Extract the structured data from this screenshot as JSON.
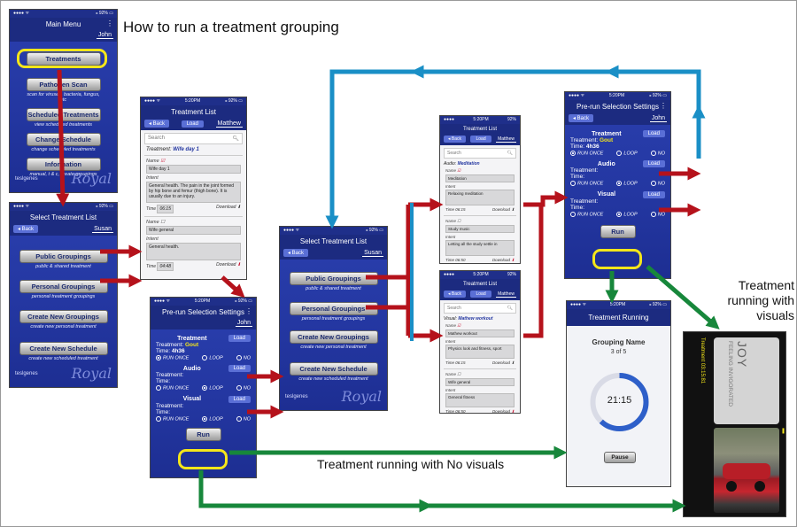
{
  "title": "How to run a treatment grouping",
  "captions": {
    "no_visuals": "Treatment running with No visuals",
    "with_visuals": "Treatment\nrunning with\nvisuals"
  },
  "colors": {
    "blue_arrow": "#1a8fc6",
    "red_arrow": "#b5121b",
    "green_arrow": "#17873b",
    "highlight": "#f4e61a"
  },
  "main_menu": {
    "status_left": "●●●● ᯤ",
    "status_right": "⁎ 92% ▭",
    "title": "Main Menu",
    "user": "John",
    "buttons": [
      {
        "label": "Treatments",
        "sub": ""
      },
      {
        "label": "Pathogen Scan",
        "sub": "scan for viruses, bacteria, fungus, etc"
      },
      {
        "label": "Scheduled Treatments",
        "sub": "view scheduled treatments"
      },
      {
        "label": "Change Schedule",
        "sub": "change scheduled treatments"
      },
      {
        "label": "Information",
        "sub": "manual, t & c, create groupings"
      }
    ],
    "logo_left": "teslgenes",
    "logo_right": "Royal"
  },
  "select_list_1": {
    "title": "Select Treatment List",
    "back": "◂ Back",
    "user": "Susan",
    "buttons": [
      {
        "label": "Public Groupings",
        "sub": "public & shared treatment"
      },
      {
        "label": "Personal Groupings",
        "sub": "personal treatment groupings"
      },
      {
        "label": "Create New Groupings",
        "sub": "create new personal treatment"
      },
      {
        "label": "Create New Schedule",
        "sub": "create new scheduled treatment"
      }
    ],
    "logo_left": "teslgenes",
    "logo_right": "Royal"
  },
  "treatment_list_1": {
    "status_time": "5:20PM",
    "title": "Treatment List",
    "back": "◂ Back",
    "load": "Load",
    "user": "Matthew",
    "search": "Search",
    "treatment_label": "Treatment:",
    "treatment_value": "Wife day 1",
    "items": [
      {
        "name_label": "Name",
        "name": "Wife day 1",
        "intent_label": "Intent",
        "intent": "General health. The pain in the joint formed by hip bone and femur (thigh bone). It is usually due to an injury.",
        "time_label": "Time",
        "time": "06:15",
        "download": "Download"
      },
      {
        "name_label": "Name",
        "name": "Wife general",
        "intent_label": "Intent",
        "intent": "General health.",
        "time_label": "Time",
        "time": "04:48",
        "download": "Download"
      }
    ]
  },
  "prerun_1": {
    "title": "Pre-run Selection Settings",
    "back": "◂ Back",
    "user": "John",
    "treatment_section": "Treatment",
    "load": "Load",
    "treatment_label": "Treatment:",
    "treatment_value": "Gout",
    "time_label": "Time:",
    "time_value": "4h36",
    "radios": [
      "RUN ONCE",
      "LOOP",
      "NO"
    ],
    "audio": "Audio",
    "visual": "Visual",
    "run": "Run"
  },
  "select_list_2": {
    "title": "Select Treatment List",
    "back": "◂ Back",
    "user": "Susan",
    "buttons": [
      {
        "label": "Public Groupings",
        "sub": "public & shared treatment"
      },
      {
        "label": "Personal Groupings",
        "sub": "personal treatment groupings"
      },
      {
        "label": "Create New Groupings",
        "sub": "create new personal treatment"
      },
      {
        "label": "Create New Schedule",
        "sub": "create new scheduled treatment"
      }
    ],
    "logo_left": "teslgenes",
    "logo_right": "Royal"
  },
  "audio_list": {
    "title": "Treatment List",
    "back": "◂ Back",
    "load": "Load",
    "user": "Matthew",
    "search": "Search",
    "label": "Audio:",
    "value": "Meditation",
    "items": [
      {
        "name": "Meditation",
        "intent": "Relaxing meditation",
        "time": "06:15",
        "download": "Download"
      },
      {
        "name": "Study music",
        "intent": "Letting all the study settle in",
        "time": "06:50",
        "download": "Download"
      }
    ]
  },
  "visual_list": {
    "title": "Treatment List",
    "back": "◂ Back",
    "load": "Load",
    "user": "Matthew",
    "search": "Search",
    "label": "Visual:",
    "value": "Mathew workout",
    "items": [
      {
        "name": "Mathew workout",
        "intent": "Physics look and fitness, sport",
        "time": "06:15",
        "download": "Download"
      },
      {
        "name": "Wife general",
        "intent": "General fitness",
        "time": "06:50",
        "download": "Download"
      }
    ]
  },
  "prerun_2": {
    "title": "Pre-run Selection Settings",
    "back": "◂ Back",
    "user": "John",
    "treatment_section": "Treatment",
    "load": "Load",
    "treatment_label": "Treatment:",
    "treatment_value": "Gout",
    "time_label": "Time:",
    "time_value": "4h36",
    "radios": [
      "RUN ONCE",
      "LOOP",
      "NO"
    ],
    "audio": "Audio",
    "visual": "Visual",
    "run": "Run"
  },
  "running": {
    "status_time": "5:20PM",
    "title": "Treatment Running",
    "grouping": "Grouping Name",
    "count": "3 of 5",
    "timer": "21:15",
    "pause": "Pause",
    "progress": 0.62
  },
  "visual_run": {
    "card_text": "JOY",
    "card_sub": "FEELING INVIGORATED",
    "side_text": "Treatment 03:15:81"
  }
}
